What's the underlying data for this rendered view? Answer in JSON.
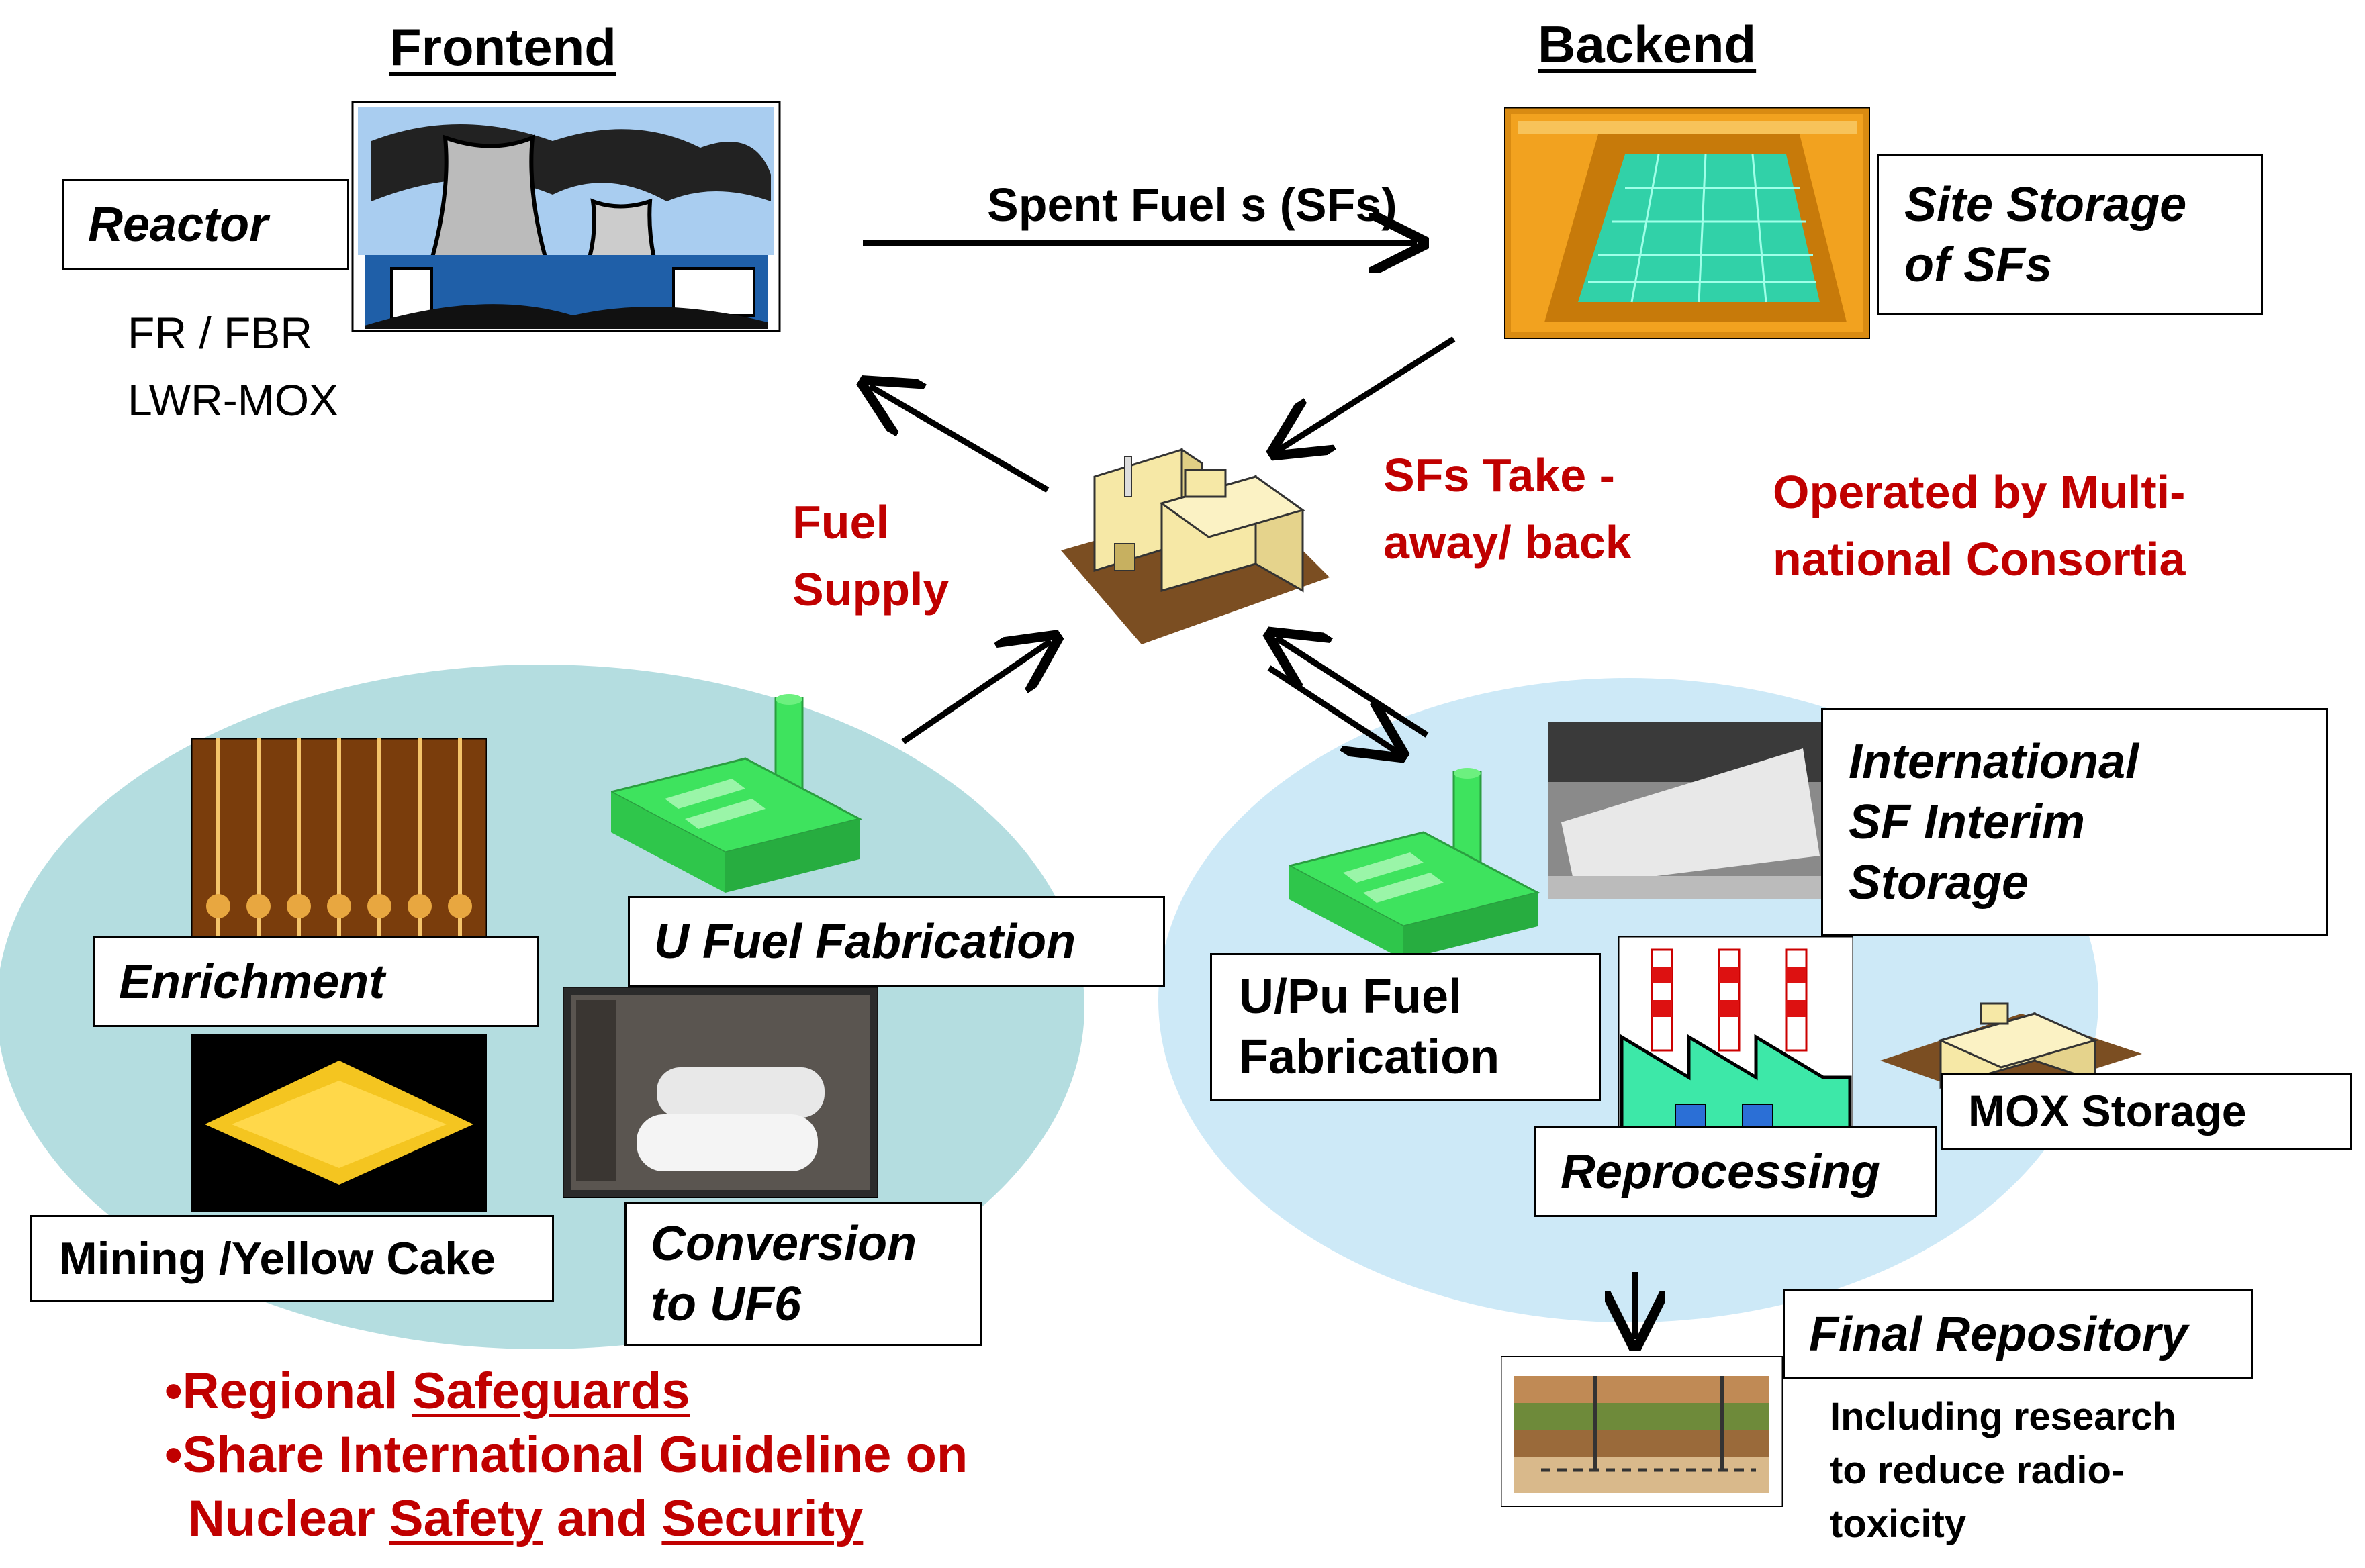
{
  "headings": {
    "frontend": "Frontend",
    "backend": "Backend"
  },
  "reactor": {
    "label": "Reactor",
    "types": [
      "FR / FBR",
      "LWR-MOX"
    ]
  },
  "spent_fuel_arrow": "Spent Fuel s (SFs)",
  "site_storage": [
    "Site Storage",
    "of SFs"
  ],
  "fuel_supply": [
    "Fuel",
    "Supply"
  ],
  "take_back": [
    "SFs Take -",
    "away/ back"
  ],
  "operated_by": [
    "Operated by Multi-",
    "national Consortia"
  ],
  "front_cycle": {
    "enrichment": "Enrichment",
    "u_fuel_fabrication": "U Fuel Fabrication",
    "mining": "Mining /Yellow Cake",
    "conversion": [
      "Conversion",
      "to UF6"
    ]
  },
  "back_cycle": {
    "interim_storage": [
      "International",
      "SF Interim",
      "Storage"
    ],
    "upu_fabrication": [
      "U/Pu Fuel",
      "Fabrication"
    ],
    "mox_storage": "MOX Storage",
    "reprocessing": "Reprocessing",
    "final_repository": "Final Repository",
    "research_note": [
      "Including research",
      "to reduce radio-",
      "toxicity"
    ]
  },
  "bullets": {
    "b1_prefix": "•Regional ",
    "b1_link": "Safeguards",
    "b2_line1": "•Share International Guideline on",
    "b2_l2_a": "Nuclear ",
    "b2_l2_safety": "Safety",
    "b2_l2_and": " and ",
    "b2_l2_security": "Security"
  },
  "colors": {
    "red_text": "#c00000",
    "front_ellipse": "#b4dde0",
    "back_ellipse": "#cde9f7",
    "factory_green": "#3ee35e",
    "building_yellow": "#f6e8a6"
  }
}
